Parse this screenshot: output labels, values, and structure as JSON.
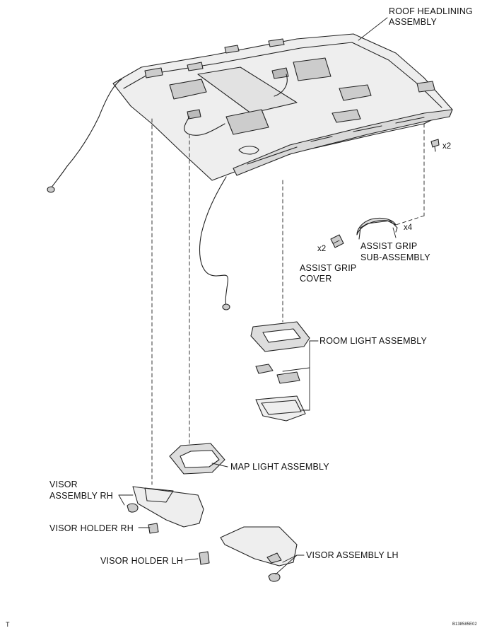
{
  "labels": {
    "roof_headlining_line1": "ROOF HEADLINING",
    "roof_headlining_line2": "ASSEMBLY",
    "assist_grip_sub_line1": "ASSIST GRIP",
    "assist_grip_sub_line2": "SUB-ASSEMBLY",
    "assist_grip_cover_line1": "ASSIST GRIP",
    "assist_grip_cover_line2": "COVER",
    "room_light": "ROOM LIGHT ASSEMBLY",
    "map_light": "MAP LIGHT ASSEMBLY",
    "visor_rh_line1": "VISOR",
    "visor_rh_line2": "ASSEMBLY RH",
    "visor_holder_rh": "VISOR HOLDER RH",
    "visor_holder_lh": "VISOR HOLDER LH",
    "visor_lh": "VISOR ASSEMBLY LH"
  },
  "quantities": {
    "clip": "x2",
    "assist_grip": "x4",
    "assist_grip_cover": "x2"
  },
  "footer": {
    "corner_mark": "T",
    "figure_id": "B138585E02"
  },
  "colors": {
    "line": "#222222",
    "part_fill": "#eeeeee",
    "pad_fill": "#cccccc"
  }
}
